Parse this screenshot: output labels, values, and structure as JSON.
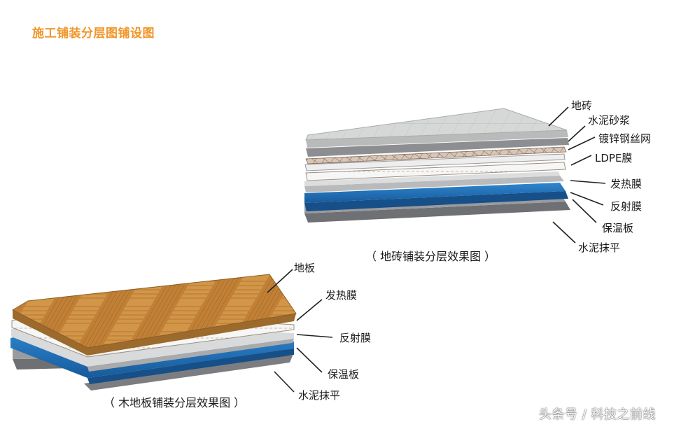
{
  "title": "施工铺装分层图铺设图",
  "tile_diagram": {
    "caption": "（ 地砖铺装分层效果图 ）",
    "labels": [
      "地砖",
      "水泥砂浆",
      "镀锌钢丝网",
      "LDPE膜",
      "发热膜",
      "反射膜",
      "保温板",
      "水泥抹平"
    ]
  },
  "wood_diagram": {
    "caption": "（ 木地板铺装分层效果图 ）",
    "labels": [
      "地板",
      "发热膜",
      "反射膜",
      "保温板",
      "水泥抹平"
    ]
  },
  "watermark": "头条号 / 科技之前线",
  "colors": {
    "title": "#f0962a",
    "insulation_board": "#1f6fb4",
    "concrete": "#8f9094",
    "wood": "#c98a3d",
    "tile": "#d5d7d6"
  }
}
